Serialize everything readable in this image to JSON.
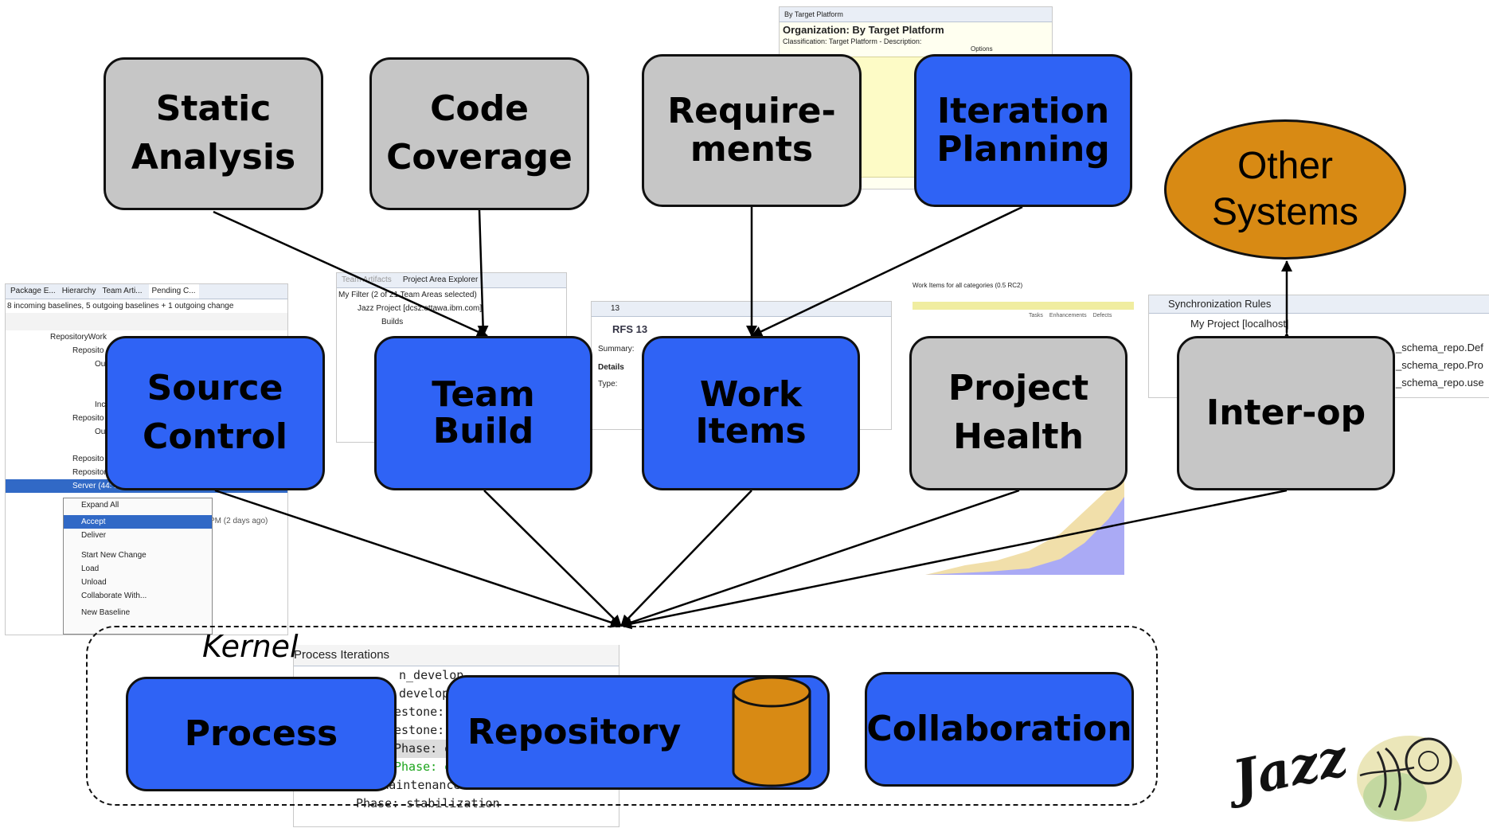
{
  "boxes": {
    "static_analysis": [
      "Static",
      "Analysis"
    ],
    "code_coverage": [
      "Code",
      "Coverage"
    ],
    "requirements": [
      "Require-",
      "ments"
    ],
    "iteration_planning": [
      "Iteration",
      "Planning"
    ],
    "other_systems": [
      "Other",
      "Systems"
    ],
    "source_control": [
      "Source",
      "Control"
    ],
    "team_build": [
      "Team",
      "Build"
    ],
    "work_items": [
      "Work",
      "Items"
    ],
    "project_health": [
      "Project",
      "Health"
    ],
    "inter_op": [
      "Inter-op"
    ],
    "process": [
      "Process"
    ],
    "repository": [
      "Repository"
    ],
    "collaboration": [
      "Collaboration"
    ]
  },
  "kernel_label": "Kernel",
  "logo_text": "Jazz",
  "colors": {
    "gray_box": "#c6c6c6",
    "blue_box": "#2f63f5",
    "orange": "#d88a14"
  },
  "bg": {
    "target_platform": {
      "tab": "By Target Platform",
      "title": "Organization: By Target Platform",
      "subtitle": "Classification: Target Platform - Description:",
      "options": "Options"
    },
    "pending": {
      "tabs": [
        "Package E...",
        "Hierarchy",
        "Team Arti...",
        "Pending C..."
      ],
      "summary": "8 incoming baselines, 5 outgoing baselines + 1 outgoing change",
      "rows": [
        "RepositoryWork",
        "Reposito",
        "Ou",
        "Inc",
        "Reposito",
        "Ou",
        "Reposito",
        "Repository",
        "Server (44: billy - 43: spann) [not loaded]"
      ],
      "time": "PM (2 days ago)",
      "menu": [
        "Expand All",
        "Accept",
        "Deliver",
        "Start New Change",
        "Load",
        "Unload",
        "Collaborate With...",
        "New Baseline"
      ]
    },
    "team_artifacts": {
      "tabs": [
        "Team Artifacts",
        "Project Area Explorer"
      ],
      "filter": "My Filter (2 of 21 Team Areas selected)",
      "rows": [
        "Jazz Project [dcsz.ottawa.ibm.com]",
        "Builds"
      ]
    },
    "rfs": {
      "tab": "13",
      "title": "RFS 13",
      "fields": [
        "Summary:",
        "Details",
        "Type:"
      ]
    },
    "work_chart": {
      "title": "Work Items for all categories (0.5 RC2)",
      "legend": [
        "Tasks",
        "Enhancements",
        "Defects"
      ]
    },
    "sync": {
      "tab": "Synchronization Rules",
      "row": "My Project [localhost]",
      "items": [
        "_schema_repo.Def",
        "_schema_repo.Pro",
        "_schema_repo.use"
      ]
    },
    "iterations": {
      "title": "Process Iterations",
      "rows": [
        "n_develop",
        "develop",
        "estone: M",
        "estone: M",
        "Phase: de",
        "Phase: en",
        "Line: maintenance",
        "Phase: stabilization"
      ]
    }
  }
}
